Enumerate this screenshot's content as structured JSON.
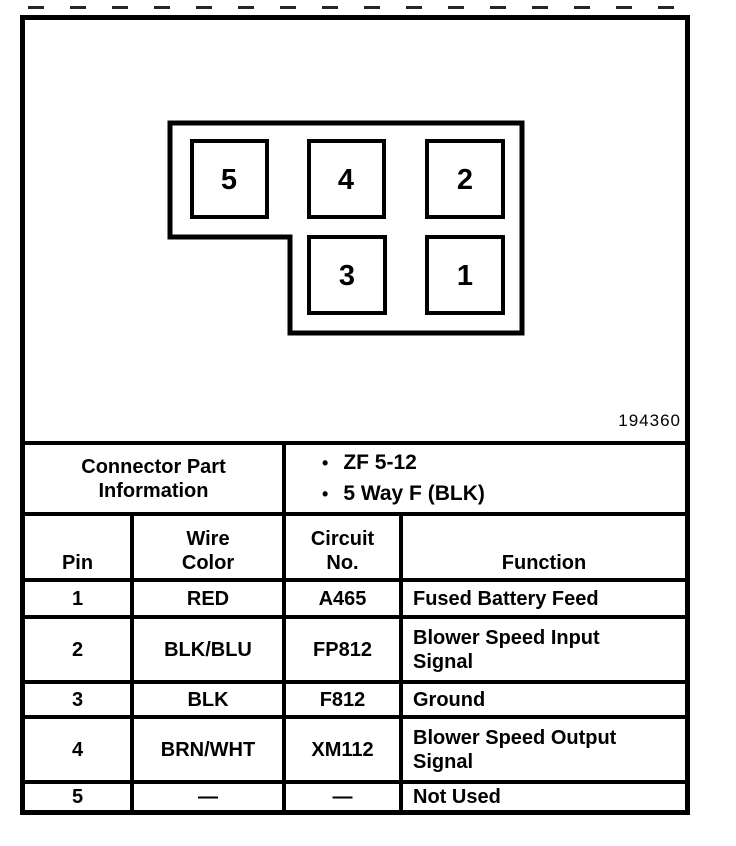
{
  "figure_number": "194360",
  "diagram": {
    "pins": [
      {
        "label": "5"
      },
      {
        "label": "4"
      },
      {
        "label": "2"
      },
      {
        "label": "3"
      },
      {
        "label": "1"
      }
    ]
  },
  "table": {
    "part_info": {
      "line1": "Connector Part",
      "line2": "Information"
    },
    "part_details": [
      {
        "bullet": "•",
        "text": "ZF 5-12"
      },
      {
        "bullet": "•",
        "text": "5 Way F (BLK)"
      }
    ],
    "columns": {
      "pin": "Pin",
      "wire_color_line1": "Wire",
      "wire_color_line2": "Color",
      "circuit_line1": "Circuit",
      "circuit_line2": "No.",
      "function": "Function"
    },
    "rows": [
      {
        "pin": "1",
        "wire_color": "RED",
        "circuit": "A465",
        "function": "Fused Battery Feed"
      },
      {
        "pin": "2",
        "wire_color": "BLK/BLU",
        "circuit": "FP812",
        "function": "Blower Speed Input Signal"
      },
      {
        "pin": "3",
        "wire_color": "BLK",
        "circuit": "F812",
        "function": "Ground"
      },
      {
        "pin": "4",
        "wire_color": "BRN/WHT",
        "circuit": "XM112",
        "function": "Blower Speed Output Signal"
      },
      {
        "pin": "5",
        "wire_color": "—",
        "circuit": "—",
        "function": "Not Used"
      }
    ]
  },
  "colors": {
    "ink": "#000000",
    "paper": "#ffffff"
  }
}
